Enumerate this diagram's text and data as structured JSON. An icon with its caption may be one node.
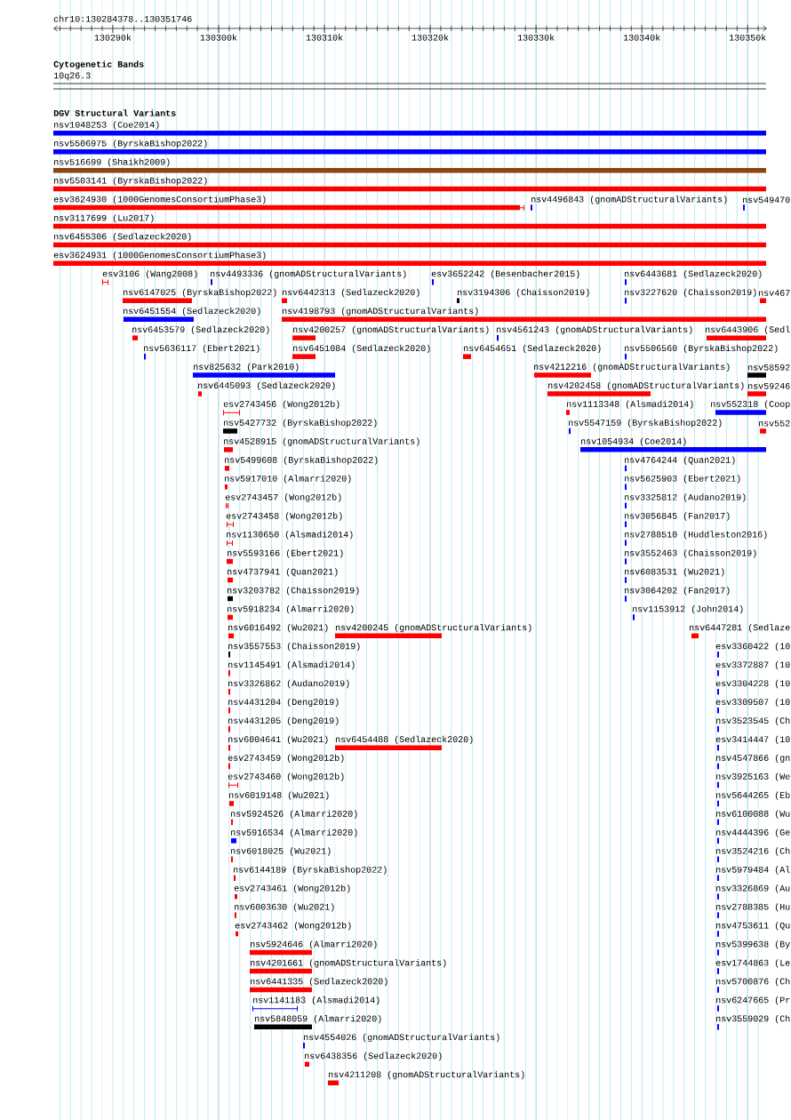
{
  "diagram": {
    "labels": [
      "chr10:130284378..130351746",
      "130290k",
      "130300k",
      "130310k",
      "130320k",
      "130330k",
      "130340k",
      "130350k",
      "Cytogenetic Bands",
      "10q26.3",
      "DGV Structural Variants",
      "nsv1048253 (Coe2014)",
      "nsv5506975 (ByrskaBishop2022)",
      "nsv516699 (Shaikh2009)",
      "nsv5503141 (ByrskaBishop2022)",
      "esv3624930 (1000GenomesConsortiumPhase3)",
      "nsv4496843 (gnomADStructuralVariants)",
      "nsv549470",
      "nsv3117699 (Lu2017)",
      "nsv6455306 (Sedlazeck2020)",
      "esv3624931 (1000GenomesConsortiumPhase3)",
      "esv3106 (Wang2008)",
      "nsv4493336 (gnomADStructuralVariants)",
      "esv3652242 (Besenbacher2015)",
      "nsv6443681 (Sedlazeck2020)",
      "nsv6147025 (ByrskaBishop2022)",
      "nsv6442313 (Sedlazeck2020)",
      "nsv3194306 (Chaisson2019)",
      "nsv3227620 (Chaisson2019)",
      "nsv467",
      "nsv6451554 (Sedlazeck2020)",
      "nsv4198793 (gnomADStructuralVariants)",
      "nsv6453579 (Sedlazeck2020)",
      "nsv4200257 (gnomADStructuralVariants)",
      "nsv4561243 (gnomADStructuralVariants)",
      "nsv6443906 (Sedl",
      "nsv5636117 (Ebert2021)",
      "nsv6451084 (Sedlazeck2020)",
      "nsv6454651 (Sedlazeck2020)",
      "nsv5506560 (ByrskaBishop2022)",
      "nsv825632 (Park2010)",
      "nsv4212216 (gnomADStructuralVariants)",
      "nsv58592",
      "nsv6445093 (Sedlazeck2020)",
      "nsv4202458 (gnomADStructuralVariants)",
      "nsv59246",
      "esv2743456 (Wong2012b)",
      "nsv1113348 (Alsmadi2014)",
      "nsv552318 (Coop",
      "nsv5427732 (ByrskaBishop2022)",
      "nsv5547159 (ByrskaBishop2022)",
      "nsv552",
      "nsv4528915 (gnomADStructuralVariants)",
      "nsv1054934 (Coe2014)",
      "nsv5499608 (ByrskaBishop2022)",
      "nsv4764244 (Quan2021)",
      "nsv5917010 (Almarri2020)",
      "nsv5625903 (Ebert2021)",
      "esv2743457 (Wong2012b)",
      "nsv3325812 (Audano2019)",
      "esv2743458 (Wong2012b)",
      "nsv3056845 (Fan2017)",
      "nsv1130650 (Alsmadi2014)",
      "nsv2788510 (Huddleston2016)",
      "nsv5593166 (Ebert2021)",
      "nsv3552463 (Chaisson2019)",
      "nsv4737941 (Quan2021)",
      "nsv6083531 (Wu2021)",
      "nsv3203782 (Chaisson2019)",
      "nsv3064202 (Fan2017)",
      "nsv5918234 (Almarri2020)",
      "nsv1153912 (John2014)",
      "nsv6016492 (Wu2021)",
      "nsv4200245 (gnomADStructuralVariants)",
      "nsv6447281 (Sedlaze",
      "nsv3557553 (Chaisson2019)",
      "esv3360422 (10",
      "nsv1145491 (Alsmadi2014)",
      "esv3372887 (10",
      "nsv3326862 (Audano2019)",
      "esv3304228 (10",
      "nsv4431204 (Deng2019)",
      "esv3309507 (10",
      "nsv4431205 (Deng2019)",
      "nsv3523545 (Ch",
      "nsv6004641 (Wu2021)",
      "nsv6454488 (Sedlazeck2020)",
      "esv3414447 (10",
      "esv2743459 (Wong2012b)",
      "nsv4547866 (gn",
      "esv2743460 (Wong2012b)",
      "nsv3925163 (We",
      "nsv6019148 (Wu2021)",
      "nsv5644265 (Eb",
      "nsv5924526 (Almarri2020)",
      "nsv6100088 (Wu",
      "nsv5916534 (Almarri2020)",
      "nsv4444396 (Ge",
      "nsv6018025 (Wu2021)",
      "nsv3524216 (Ch",
      "nsv6144189 (ByrskaBishop2022)",
      "nsv5979484 (Al",
      "esv2743461 (Wong2012b)",
      "nsv3326869 (Au",
      "nsv6003630 (Wu2021)",
      "nsv2788385 (Hu",
      "esv2743462 (Wong2012b)",
      "nsv4753611 (Qu",
      "nsv5924646 (Almarri2020)",
      "nsv5399638 (By",
      "nsv4201661 (gnomADStructuralVariants)",
      "esv1744863 (Le",
      "nsv6441335 (Sedlazeck2020)",
      "nsv5700876 (Ch",
      "nsv1141183 (Alsmadi2014)",
      "nsv6247665 (Pr",
      "nsv5848059 (Almarri2020)",
      "nsv3559029 (Ch",
      "nsv4554026 (gnomADStructuralVariants)",
      "nsv6438356 (Sedlazeck2020)",
      "nsv4211208 (gnomADStructuralVariants)"
    ]
  }
}
